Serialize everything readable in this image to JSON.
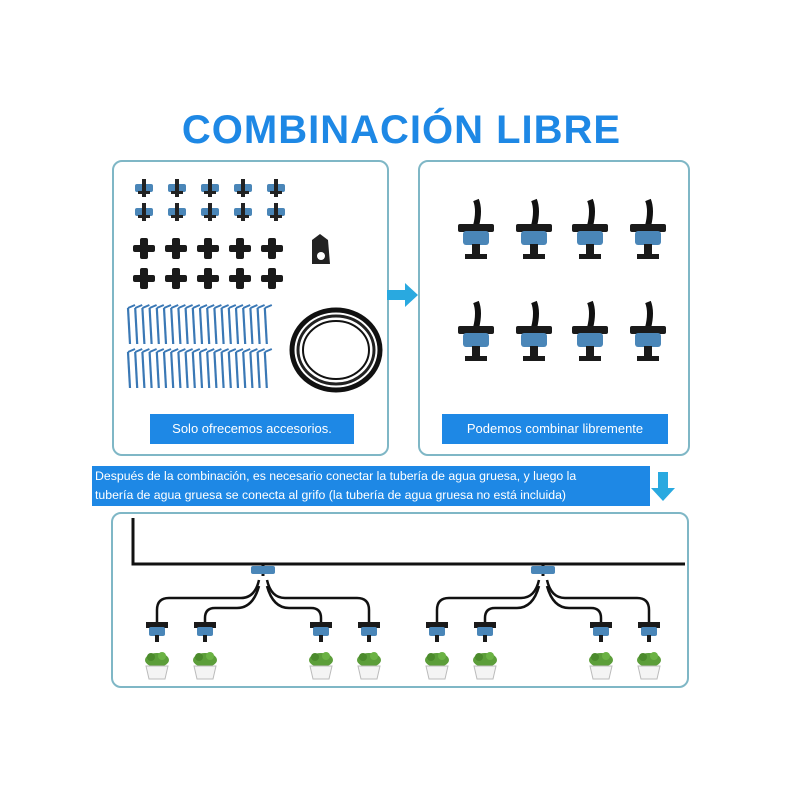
{
  "title": "COMBINACIÓN LIBRE",
  "left_panel": {
    "caption": "Solo ofrecemos accesorios."
  },
  "right_panel": {
    "caption": "Podemos combinar libremente"
  },
  "banner": {
    "line1": "Después de la combinación, es necesario conectar la tubería de agua gruesa, y luego la",
    "line2": "tubería de agua gruesa se conecta al grifo (la tubería de agua gruesa no está incluida)"
  },
  "colors": {
    "accent": "#1e88e5",
    "border": "#7fb7c6",
    "dripper_blue": "#4a86b8",
    "plant_green": "#5c9e3a"
  },
  "icons": [
    "right-arrow-icon",
    "down-arrow-icon",
    "dripper-icon",
    "tee-connector-icon",
    "plant-pot-icon",
    "hose-coil-icon"
  ]
}
